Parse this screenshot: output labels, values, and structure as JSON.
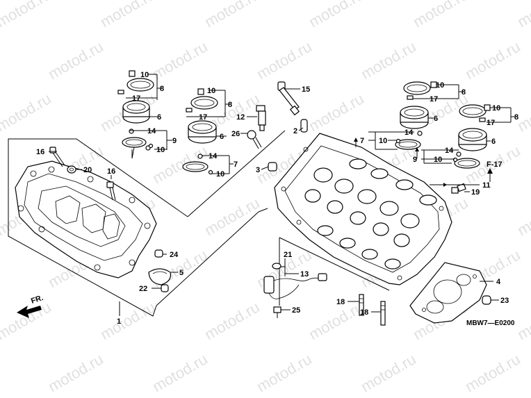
{
  "watermark": "motod.ru",
  "diagram_code": "MBW7—E0200",
  "direction_label": "FR.",
  "ref_label": "F-17",
  "callouts": [
    {
      "id": "c1",
      "text": "1"
    },
    {
      "id": "c2",
      "text": "2"
    },
    {
      "id": "c3",
      "text": "3"
    },
    {
      "id": "c4",
      "text": "4"
    },
    {
      "id": "c5",
      "text": "5"
    },
    {
      "id": "c6a",
      "text": "6"
    },
    {
      "id": "c6b",
      "text": "6"
    },
    {
      "id": "c6c",
      "text": "6"
    },
    {
      "id": "c6d",
      "text": "6"
    },
    {
      "id": "c7a",
      "text": "7"
    },
    {
      "id": "c7b",
      "text": "7"
    },
    {
      "id": "c8a",
      "text": "8"
    },
    {
      "id": "c8b",
      "text": "8"
    },
    {
      "id": "c8c",
      "text": "8"
    },
    {
      "id": "c8d",
      "text": "8"
    },
    {
      "id": "c9a",
      "text": "9"
    },
    {
      "id": "c9b",
      "text": "9"
    },
    {
      "id": "c10a",
      "text": "10"
    },
    {
      "id": "c10b",
      "text": "10"
    },
    {
      "id": "c10c",
      "text": "10"
    },
    {
      "id": "c10d",
      "text": "10"
    },
    {
      "id": "c10e",
      "text": "10"
    },
    {
      "id": "c10f",
      "text": "10"
    },
    {
      "id": "c10g",
      "text": "10"
    },
    {
      "id": "c10h",
      "text": "10"
    },
    {
      "id": "c11",
      "text": "11"
    },
    {
      "id": "c12",
      "text": "12"
    },
    {
      "id": "c13",
      "text": "13"
    },
    {
      "id": "c14a",
      "text": "14"
    },
    {
      "id": "c14b",
      "text": "14"
    },
    {
      "id": "c14c",
      "text": "14"
    },
    {
      "id": "c14d",
      "text": "14"
    },
    {
      "id": "c15",
      "text": "15"
    },
    {
      "id": "c16a",
      "text": "16"
    },
    {
      "id": "c16b",
      "text": "16"
    },
    {
      "id": "c17a",
      "text": "17"
    },
    {
      "id": "c17b",
      "text": "17"
    },
    {
      "id": "c17c",
      "text": "17"
    },
    {
      "id": "c17d",
      "text": "17"
    },
    {
      "id": "c18a",
      "text": "18"
    },
    {
      "id": "c18b",
      "text": "18"
    },
    {
      "id": "c19",
      "text": "19"
    },
    {
      "id": "c20",
      "text": "20"
    },
    {
      "id": "c21",
      "text": "21"
    },
    {
      "id": "c22",
      "text": "22"
    },
    {
      "id": "c23",
      "text": "23"
    },
    {
      "id": "c24",
      "text": "24"
    },
    {
      "id": "c25",
      "text": "25"
    },
    {
      "id": "c26",
      "text": "26"
    }
  ]
}
